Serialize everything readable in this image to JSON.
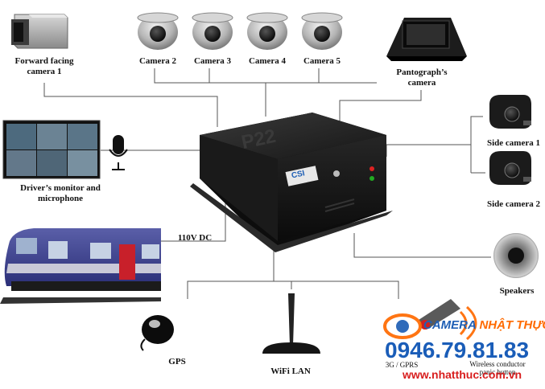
{
  "components": {
    "forward_camera": {
      "label_line1": "Forward facing",
      "label_line2": "camera 1"
    },
    "camera2": {
      "label": "Camera 2"
    },
    "camera3": {
      "label": "Camera 3"
    },
    "camera4": {
      "label": "Camera 4"
    },
    "camera5": {
      "label": "Camera 5"
    },
    "pantograph": {
      "label_line1": "Pantograph’s",
      "label_line2": "camera"
    },
    "side_camera1": {
      "label": "Side camera 1"
    },
    "side_camera2": {
      "label": "Side camera 2"
    },
    "driver_monitor": {
      "label_line1": "Driver’s monitor and",
      "label_line2": "microphone"
    },
    "power": {
      "label": "110V DC"
    },
    "speakers": {
      "label": "Speakers"
    },
    "gps": {
      "label": "GPS"
    },
    "wifi": {
      "label": "WiFi LAN"
    },
    "gprs": {
      "label": "3G / GPRS"
    },
    "panic": {
      "label_line1": "Wireless conductor",
      "label_line2": "panic button"
    },
    "dvr": {
      "model": "P22",
      "badge": "CSI"
    }
  },
  "watermark": {
    "brand_part1": "CAMERA",
    "brand_part2": "NHẬT THỰC",
    "phone": "0946.79.81.83",
    "website": "www.nhatthuc.com.vn",
    "colors": {
      "brand": "#1f5fb5",
      "accent": "#ff6a00",
      "phone": "#1a5db8",
      "site": "#d81e1e"
    }
  }
}
